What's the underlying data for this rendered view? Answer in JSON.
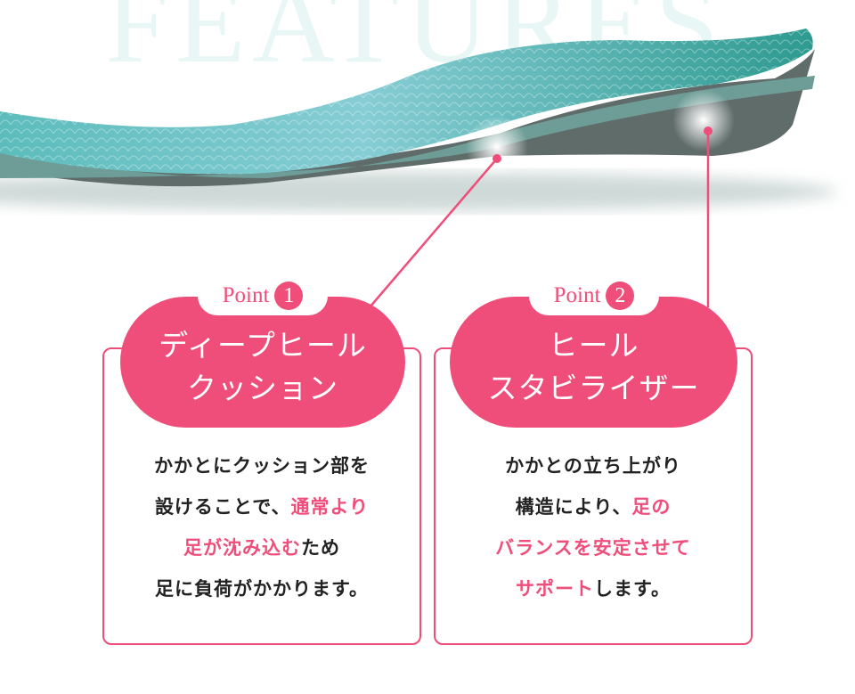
{
  "background_title": "FEATURES",
  "colors": {
    "accent": "#ef4e7a",
    "insole_top": "#5fbcbc",
    "insole_side": "#6e9d97"
  },
  "points": [
    {
      "label": "Point",
      "number": "1",
      "title_lines": [
        "ディープヒール",
        "クッション"
      ],
      "body_lines": [
        [
          {
            "text": "かかとにクッション部を",
            "highlight": false
          }
        ],
        [
          {
            "text": "設けることで、",
            "highlight": false
          },
          {
            "text": "通常より",
            "highlight": true
          }
        ],
        [
          {
            "text": "足が沈み込む",
            "highlight": true
          },
          {
            "text": "ため",
            "highlight": false
          }
        ],
        [
          {
            "text": "足に負荷がかかります。",
            "highlight": false
          }
        ]
      ]
    },
    {
      "label": "Point",
      "number": "2",
      "title_lines": [
        "ヒール",
        "スタビライザー"
      ],
      "body_lines": [
        [
          {
            "text": "かかとの立ち上がり",
            "highlight": false
          }
        ],
        [
          {
            "text": "構造により、",
            "highlight": false
          },
          {
            "text": "足の",
            "highlight": true
          }
        ],
        [
          {
            "text": "バランスを安定させて",
            "highlight": true
          }
        ],
        [
          {
            "text": "サポート",
            "highlight": true
          },
          {
            "text": "します。",
            "highlight": false
          }
        ]
      ]
    }
  ]
}
